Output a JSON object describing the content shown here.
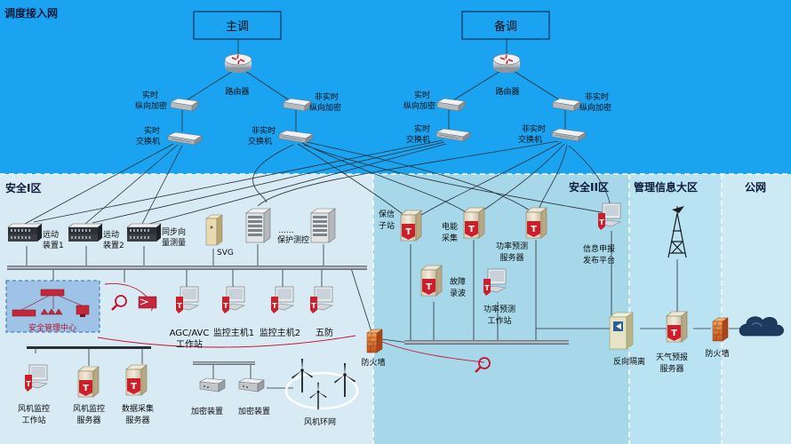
{
  "zones": {
    "dispatch": "调度接入网",
    "safety1": "安全I区",
    "safety2": "安全II区",
    "mgmt": "管理信息大区",
    "public": "公网"
  },
  "master": {
    "title": "主调",
    "router": "路由器",
    "rt_encrypt": [
      "实时",
      "纵向加密"
    ],
    "nrt_encrypt": [
      "非实时",
      "纵向加密"
    ],
    "rt_switch": [
      "实时",
      "交换机"
    ],
    "nrt_switch": [
      "非实时",
      "交换机"
    ]
  },
  "backup": {
    "title": "备调",
    "router": "路由器",
    "rt_encrypt": [
      "实时",
      "纵向加密"
    ],
    "nrt_encrypt": [
      "非实时",
      "纵向加密"
    ],
    "rt_switch": [
      "实时",
      "交换机"
    ],
    "nrt_switch": [
      "非实时",
      "交换机"
    ]
  },
  "zone1": {
    "telecontrol1": [
      "远动",
      "装置1"
    ],
    "telecontrol2": [
      "远动",
      "装置2"
    ],
    "pmu": [
      "同步向",
      "量测量"
    ],
    "svg": "SVG",
    "dots": "......",
    "protection": "保护测控",
    "security_center": "安全管理中心",
    "agc": [
      "AGC/AVC",
      "工作站"
    ],
    "host1": "监控主机1",
    "host2": "监控主机2",
    "five": "五防",
    "wind_ws": [
      "风机监控",
      "工作站"
    ],
    "wind_srv": [
      "风机监控",
      "服务器"
    ],
    "data_srv": [
      "数据采集",
      "服务器"
    ],
    "enc1": "加密装置",
    "enc2": "加密装置",
    "ring": "风机环网",
    "firewall": "防火墙"
  },
  "zone2": {
    "relay": [
      "保信",
      "子站"
    ],
    "energy": [
      "电能",
      "采集"
    ],
    "forecast_srv": [
      "功率预测",
      "服务器"
    ],
    "fault": [
      "故障",
      "录波"
    ],
    "forecast_ws": [
      "功率预测",
      "工作站"
    ],
    "report": [
      "信息申报",
      "发布平台"
    ]
  },
  "mgmt": {
    "isolation": "反向隔离",
    "weather": [
      "天气预报",
      "服务器"
    ],
    "firewall": "防火墙"
  },
  "server_badge": "T",
  "colors": {
    "dispatch_bg": "#1aa3f0",
    "safety1_bg": "#d8eaf4",
    "safety2_bg": "#a7d8ea",
    "mgmt_bg": "#b9e3f2",
    "public_bg": "#cde9f4",
    "server_red": "#cc1f2a",
    "firewall_orange": "#e8772e"
  },
  "icons": [
    "router-icon",
    "switch-icon",
    "server-icon",
    "workstation-icon",
    "firewall-icon",
    "wind-turbine-icon",
    "cloud-icon",
    "weather-tower-icon",
    "magnifier-icon",
    "isolation-icon"
  ]
}
